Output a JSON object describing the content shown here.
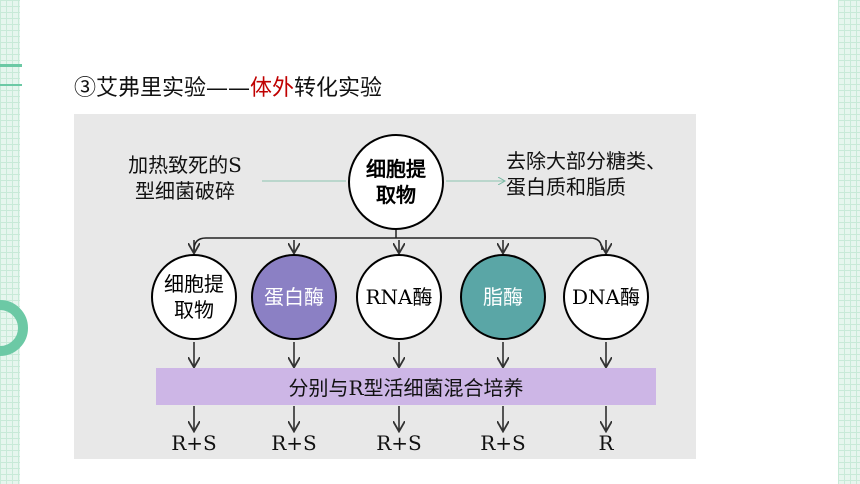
{
  "heading": {
    "prefix": "③艾弗里实验——",
    "highlight": "体外",
    "suffix": "转化实验",
    "highlight_color": "#c00000"
  },
  "diagram": {
    "left_text_line1": "加热致死的S",
    "left_text_line2": "型细菌破碎",
    "center_line1": "细胞提",
    "center_line2": "取物",
    "right_text_line1": "去除大部分糖类、",
    "right_text_line2": "蛋白质和脂质",
    "circles": [
      {
        "line1": "细胞提",
        "line2": "取物",
        "fill": "#ffffff",
        "text_color": "#000000"
      },
      {
        "line1": "蛋白酶",
        "line2": "",
        "fill": "#8b80c4",
        "text_color": "#ffffff"
      },
      {
        "line1": "RNA酶",
        "line2": "",
        "fill": "#ffffff",
        "text_color": "#000000"
      },
      {
        "line1": "脂酶",
        "line2": "",
        "fill": "#5aa6a6",
        "text_color": "#ffffff"
      },
      {
        "line1": "DNA酶",
        "line2": "",
        "fill": "#ffffff",
        "text_color": "#000000"
      }
    ],
    "mix_label": "分别与R型活细菌混合培养",
    "mix_color": "#cdb6e6",
    "results": [
      "R+S",
      "R+S",
      "R+S",
      "R+S",
      "R"
    ]
  }
}
